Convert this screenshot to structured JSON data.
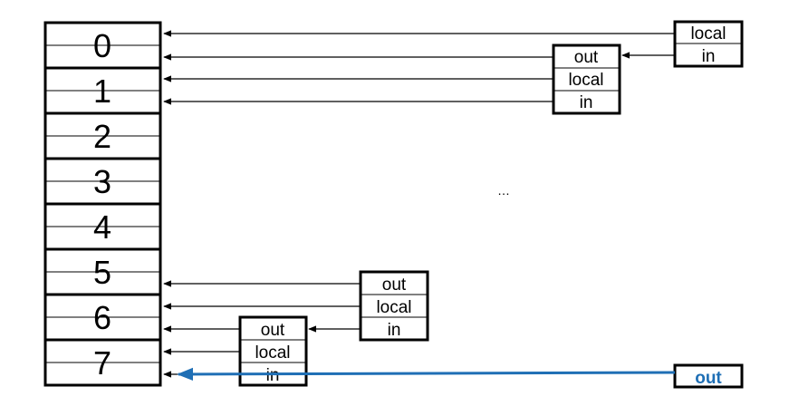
{
  "register_file": {
    "labels": [
      "0",
      "1",
      "2",
      "3",
      "4",
      "5",
      "6",
      "7"
    ]
  },
  "windows": {
    "top_right": {
      "local": "local",
      "in": "in"
    },
    "upper": {
      "out": "out",
      "local": "local",
      "in": "in"
    },
    "lower": {
      "out": "out",
      "local": "local",
      "in": "in"
    },
    "bottom": {
      "out": "out",
      "local": "local",
      "in": "in"
    }
  },
  "ellipsis": "…",
  "standalone_out": {
    "label": "out",
    "color": "#1f6fb5"
  },
  "colors": {
    "highlight_arrow": "#1f6fb5"
  }
}
